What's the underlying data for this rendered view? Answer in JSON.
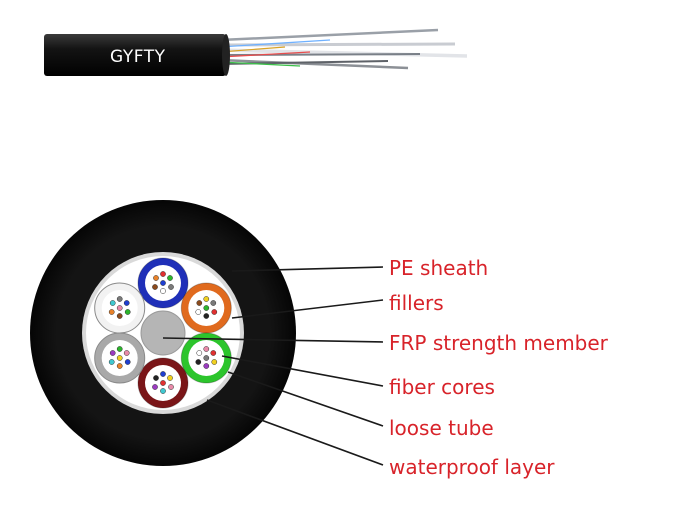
{
  "cable_photo": {
    "jacket_text": "GYFTY"
  },
  "cross_section": {
    "labels": {
      "pe_sheath": "PE sheath",
      "fillers": "fillers",
      "frp_member": "FRP strength member",
      "fiber_cores": "fiber cores",
      "loose_tube": "loose tube",
      "waterproof_layer": "waterproof layer"
    },
    "colors": {
      "label": "#d8232a",
      "sheath": "#0d0d0d",
      "waterproof": "#d9d9d9",
      "core_fill": "#ffffff",
      "frp": "#b5b5b5",
      "tube_blue": "#1f2fb8",
      "tube_orange": "#e06a1e",
      "tube_green": "#2cc52c",
      "tube_brown": "#7a1518",
      "filler_gray": "#a9a9a9",
      "filler_white": "#f2f2f2"
    }
  }
}
